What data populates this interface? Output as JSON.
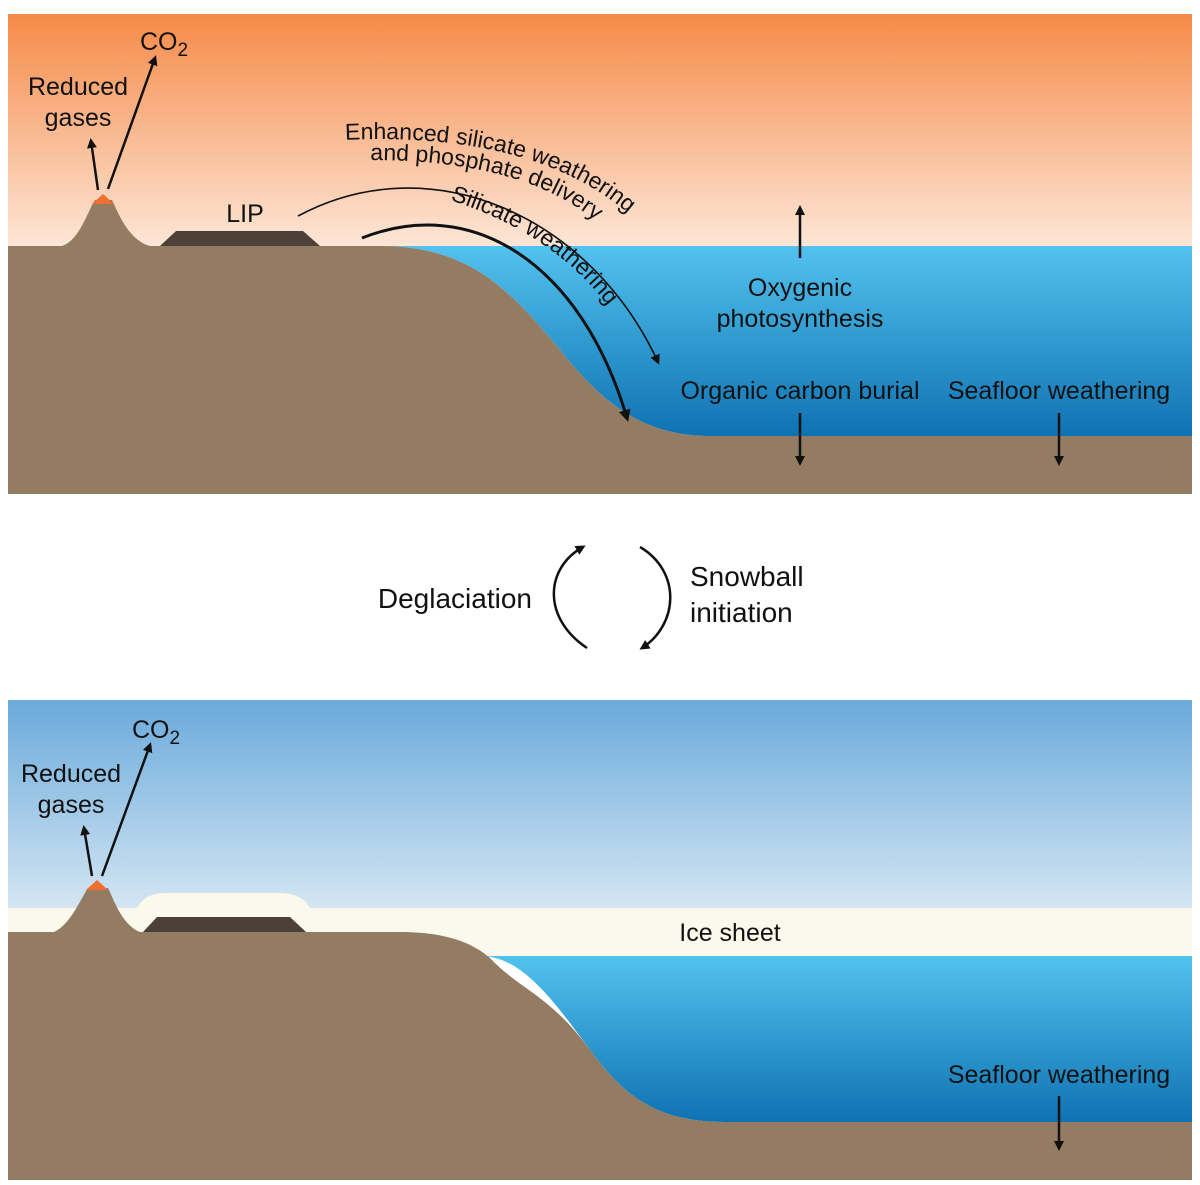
{
  "colors": {
    "sky_warm_top": "#F58A48",
    "sky_warm_bottom": "#FCE7D8",
    "sky_cold_top": "#6AAADB",
    "sky_cold_bottom": "#D5E6F3",
    "ocean_top": "#52C2EE",
    "ocean_bottom": "#0F72B2",
    "land": "#947C63",
    "lip": "#4D4038",
    "ice": "#FBF9EC",
    "volcano_vent": "#EE7030"
  },
  "top_panel": {
    "co2": "CO",
    "co2_sub": "2",
    "reduced_gases_line1": "Reduced",
    "reduced_gases_line2": "gases",
    "lip": "LIP",
    "enhanced_weathering_line1": "Enhanced silicate weathering",
    "enhanced_weathering_line2": "and phosphate delivery",
    "silicate_weathering": "Silicate weathering",
    "oxygenic_line1": "Oxygenic",
    "oxygenic_line2": "photosynthesis",
    "organic_carbon_burial": "Organic carbon burial",
    "seafloor_weathering": "Seafloor weathering"
  },
  "cycle": {
    "deglaciation": "Deglaciation",
    "snowball_line1": "Snowball",
    "snowball_line2": "initiation"
  },
  "bottom_panel": {
    "co2": "CO",
    "co2_sub": "2",
    "reduced_gases_line1": "Reduced",
    "reduced_gases_line2": "gases",
    "ice_sheet": "Ice sheet",
    "seafloor_weathering": "Seafloor weathering"
  }
}
